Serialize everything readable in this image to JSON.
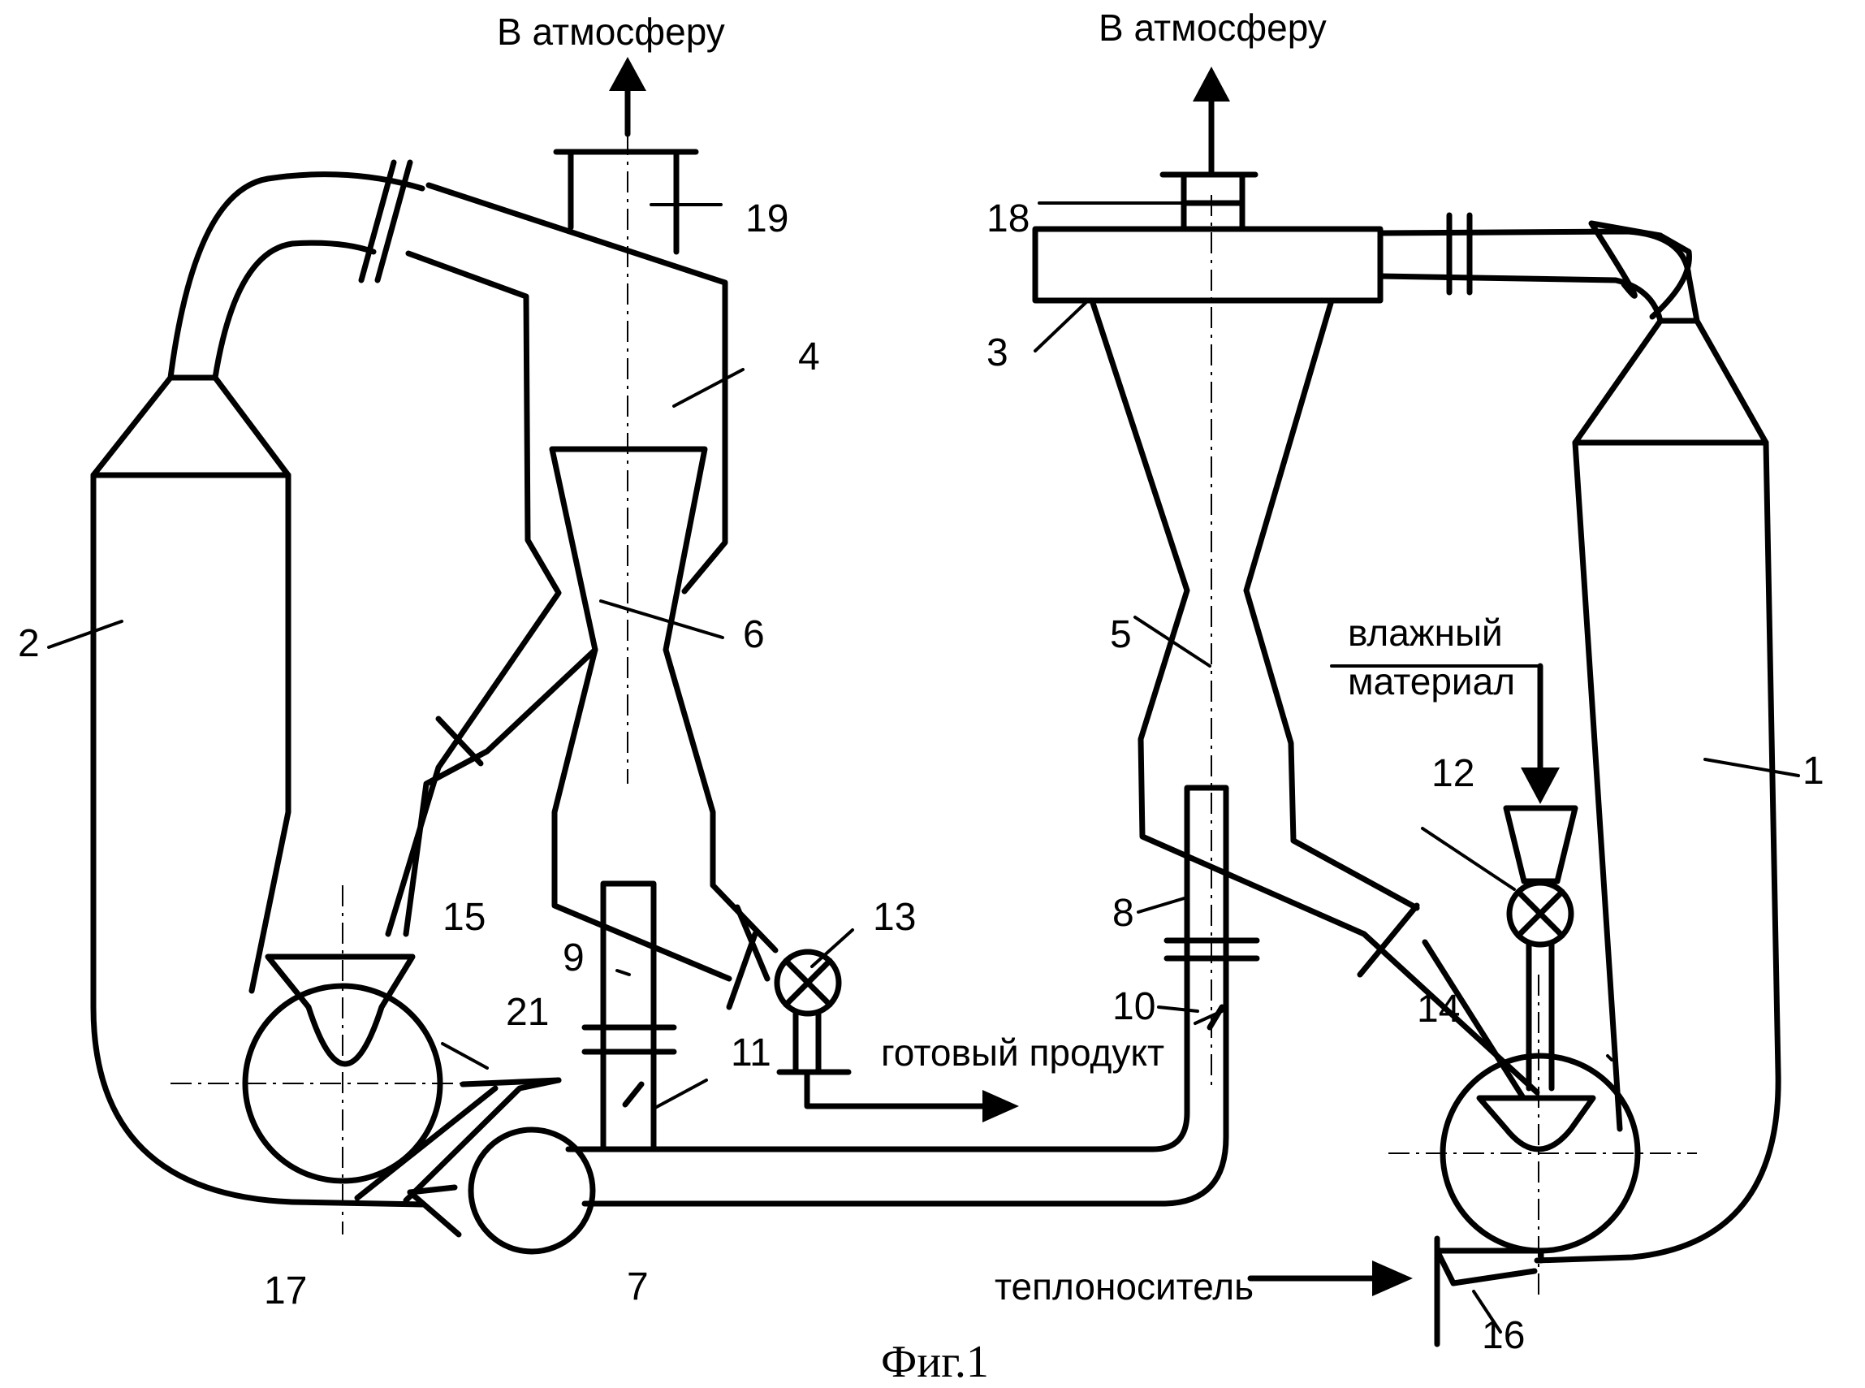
{
  "labels": {
    "atm_left": "В атмосферу",
    "atm_right": "В атмосферу",
    "wet_line1": "влажный",
    "wet_line2": "материал",
    "product": "готовый продукт",
    "heat": "теплоноситель",
    "caption": "Фиг.1"
  },
  "numbers": {
    "n1": "1",
    "n2": "2",
    "n3": "3",
    "n4": "4",
    "n5": "5",
    "n6": "6",
    "n7": "7",
    "n8": "8",
    "n9": "9",
    "n10": "10",
    "n11": "11",
    "n12": "12",
    "n13": "13",
    "n14": "14",
    "n15": "15",
    "n16": "16",
    "n17": "17",
    "n18": "18",
    "n19": "19",
    "n21": "21"
  }
}
